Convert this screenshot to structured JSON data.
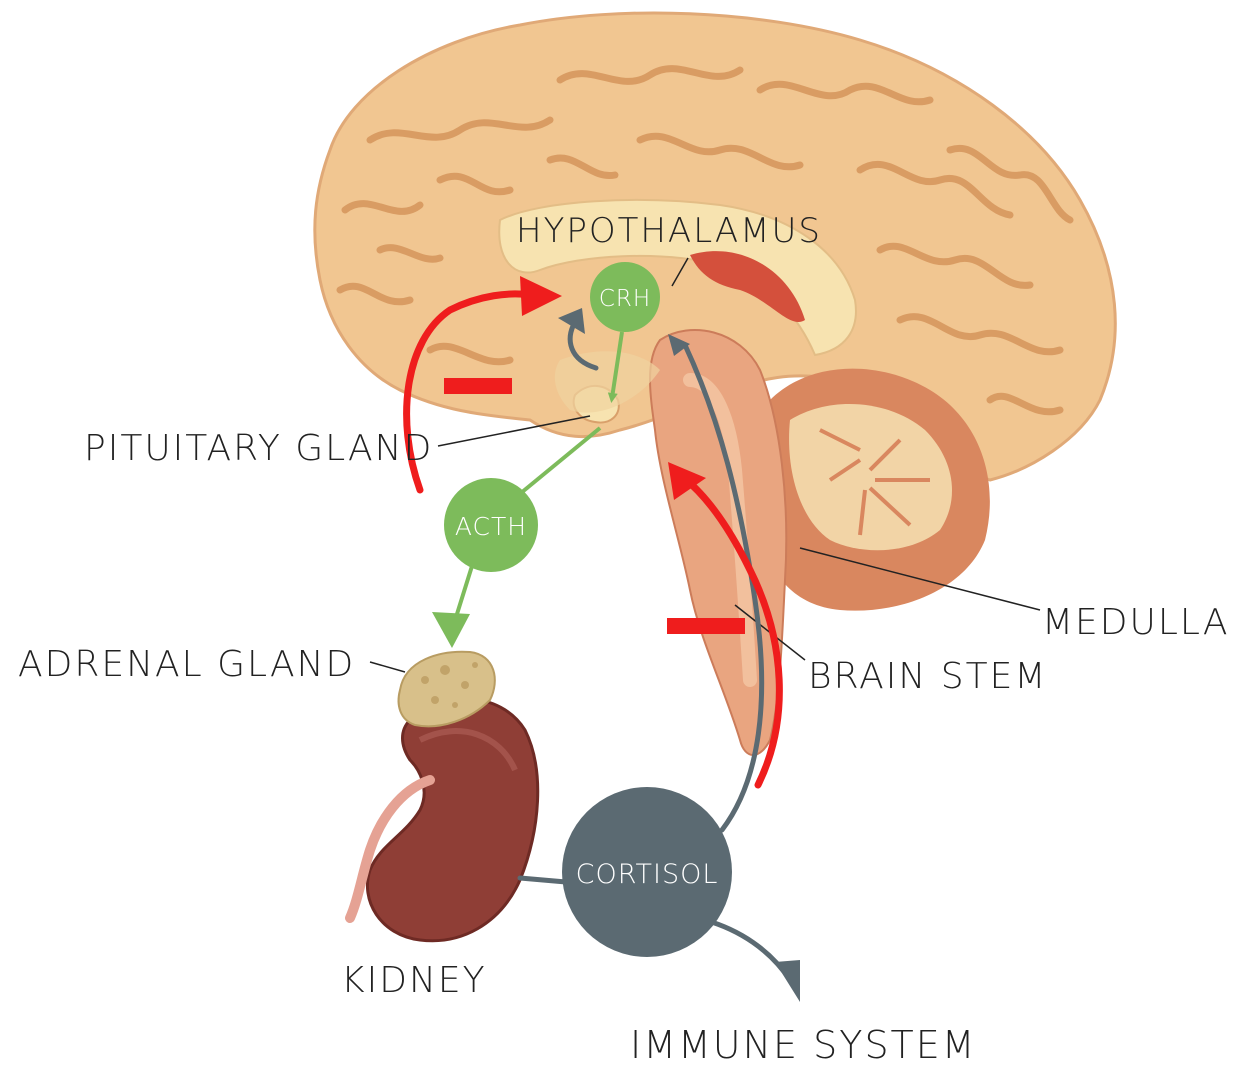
{
  "labels": {
    "hypothalamus": "HYPOTHALAMUS",
    "pituitary_gland": "PITUITARY GLAND",
    "adrenal_gland": "ADRENAL GLAND",
    "kidney": "KIDNEY",
    "medulla": "MEDULLA",
    "brain_stem": "BRAIN STEM",
    "immune_system": "IMMUNE SYSTEM"
  },
  "nodes": {
    "crh": "CRH",
    "acth": "ACTH",
    "cortisol": "CORTISOL"
  },
  "colors": {
    "brain": "#f1c691",
    "brain_fold": "#d9a06b",
    "cerebellum": "#d9875f",
    "kidney": "#8f3e36",
    "hormone_green": "#7dbb5b",
    "cortisol_gray": "#5b6a72",
    "feedback_red": "#ef1d1d"
  }
}
